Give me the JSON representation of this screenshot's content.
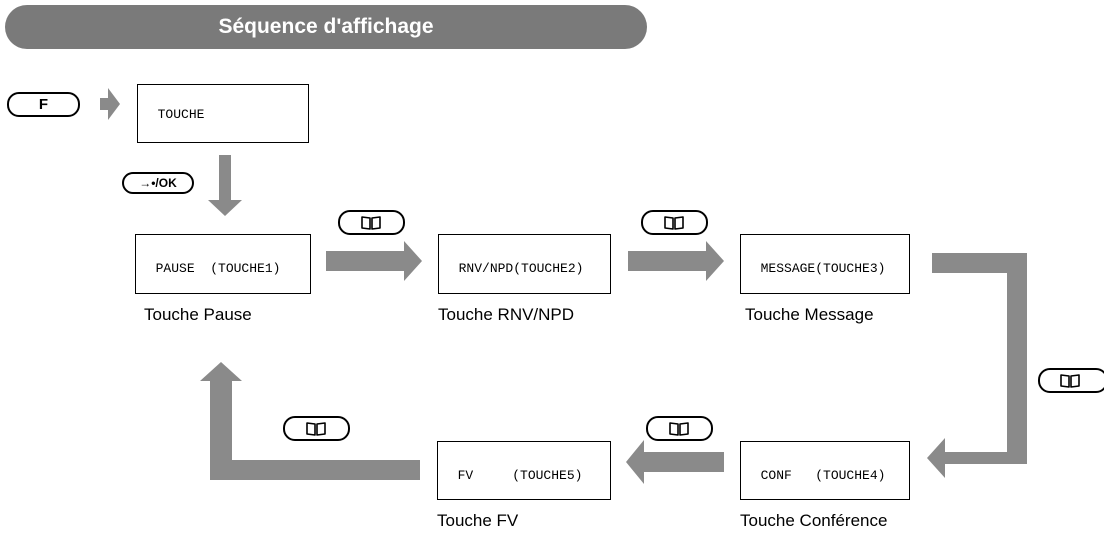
{
  "title": "Séquence d'affichage",
  "keys": {
    "f": "F",
    "ok": "→•/OK"
  },
  "lcd": {
    "touche": "TOUCHE",
    "pause": "PAUSE  (TOUCHE1)",
    "rnv": "RNV/NPD(TOUCHE2)",
    "message": "MESSAGE(TOUCHE3)",
    "conf": "CONF   (TOUCHE4)",
    "fv": "FV     (TOUCHE5)"
  },
  "captions": {
    "pause": "Touche Pause",
    "rnv": "Touche RNV/NPD",
    "message": "Touche Message",
    "conf": "Touche Conférence",
    "fv": "Touche FV"
  },
  "colors": {
    "arrow": "#8a8a8a",
    "banner": "#7a7a7a"
  },
  "icons": {
    "book_key": "book-icon"
  }
}
